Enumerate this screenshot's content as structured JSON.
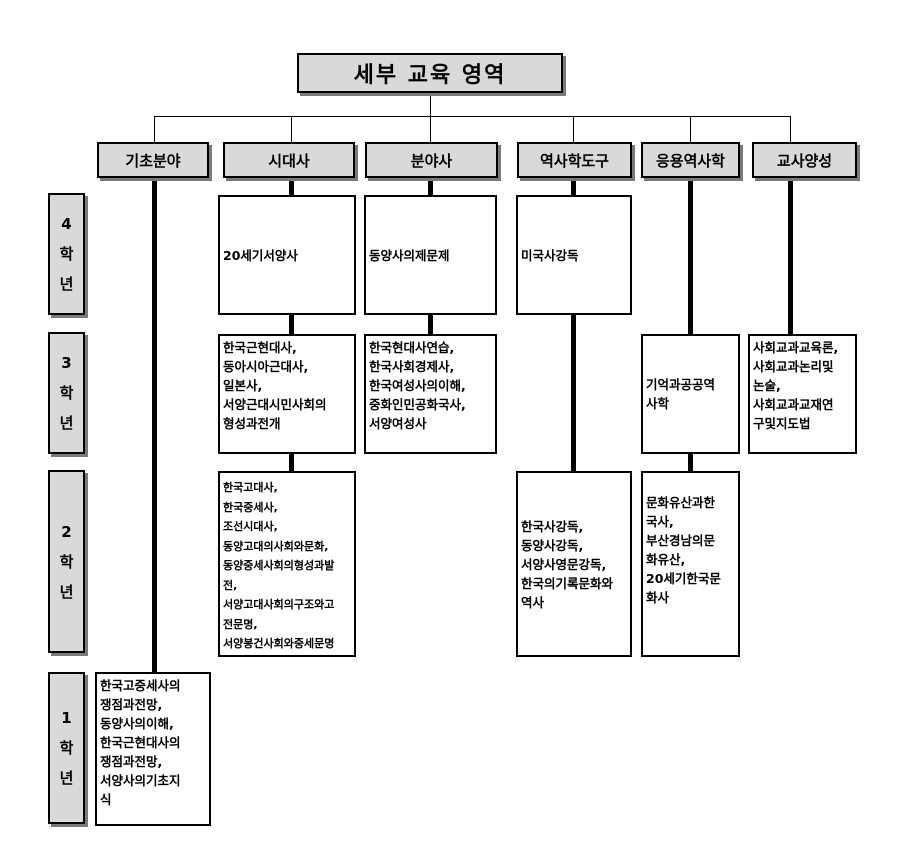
{
  "title": "세부 교육 영역",
  "categories": {
    "basic": "기초분야",
    "era": "시대사",
    "field": "분야사",
    "tools": "역사학도구",
    "applied": "응용역사학",
    "teacher": "교사양성"
  },
  "years": {
    "y4": [
      "4",
      "학",
      "년"
    ],
    "y3": [
      "3",
      "학",
      "년"
    ],
    "y2": [
      "2",
      "학",
      "년"
    ],
    "y1": [
      "1",
      "학",
      "년"
    ]
  },
  "courses": {
    "era_4": "20세기서양사",
    "field_4": "동양사의제문제",
    "tools_4": "미국사강독",
    "era_3": "한국근현대사,\n동아시아근대사,\n일본사,\n서양근대시민사회의\n형성과전개",
    "field_3": "한국현대사연습,\n한국사회경제사,\n한국여성사의이해,\n중화인민공화국사,\n서양여성사",
    "applied_3": "기억과공공역\n사학",
    "teacher_3": "사회교과교육론,\n사회교과논리및\n논술,\n사회교과교재연\n구및지도법",
    "era_2": "한국고대사,\n한국중세사,\n조선시대사,\n동양고대의사회와문화,\n동양중세사회의형성과발\n전,\n서양고대사회의구조와고\n전문명,\n서양봉건사회와중세문명",
    "tools_2": "한국사강독,\n동양사강독,\n서양사영문강독,\n한국의기록문화와\n역사",
    "applied_2": "문화유산과한\n국사,\n부산경남의문\n화유산,\n20세기한국문\n화사",
    "basic_1": "한국고중세사의\n쟁점과전망,\n동양사의이해,\n한국근현대사의\n쟁점과전망,\n서양사의기초지\n식"
  }
}
